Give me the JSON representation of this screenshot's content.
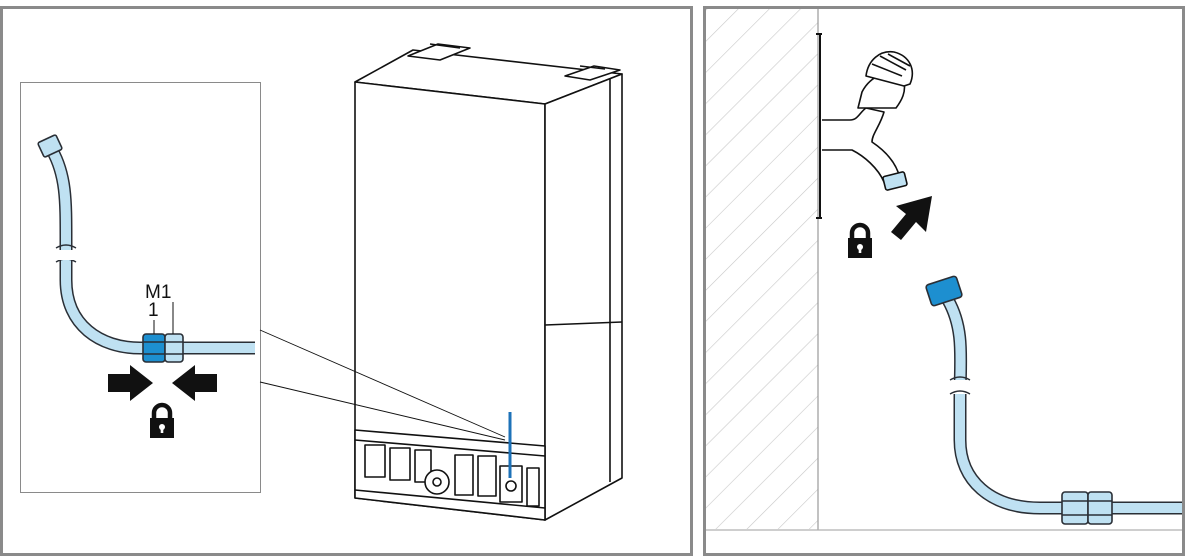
{
  "colors": {
    "hose_fill": "#bfe1f2",
    "hose_outline": "#2a2f36",
    "fitting_blue": "#1d8fd0",
    "wire_blue": "#1d72b8",
    "panel_border": "#8a8a8a",
    "line_dark": "#111111"
  },
  "left_panel": {
    "inset": {
      "labels": {
        "upper": "M1",
        "lower": "1"
      },
      "icons": [
        "arrow-right-icon",
        "arrow-left-icon",
        "lock-icon"
      ]
    },
    "appliance": {
      "icons": [
        "appliance-rear-view"
      ]
    }
  },
  "right_panel": {
    "icons": [
      "wall-hatching",
      "tap-valve-icon",
      "arrow-up-right-icon",
      "lock-icon"
    ]
  }
}
